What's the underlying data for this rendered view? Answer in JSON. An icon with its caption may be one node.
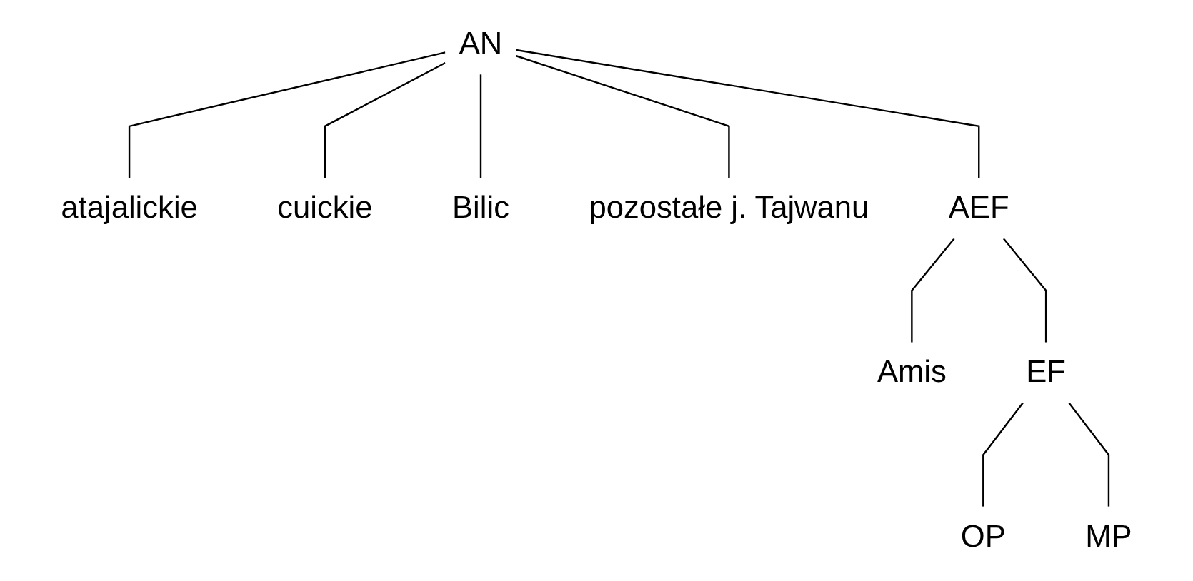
{
  "diagram": {
    "nodes": [
      {
        "text": [
          "AN"
        ]
      },
      {
        "text": [
          "atajalickie"
        ]
      },
      {
        "text": [
          "cuickie"
        ]
      },
      {
        "text": [
          "Bilic"
        ]
      },
      {
        "text": [
          "pozostałe j. Tajwanu"
        ]
      },
      {
        "text": [
          "AEF"
        ]
      },
      {
        "text": [
          "Amis"
        ]
      },
      {
        "text": [
          "EF"
        ]
      },
      {
        "text": [
          "OP"
        ]
      },
      {
        "text": [
          "MP"
        ]
      }
    ],
    "edges": [
      {
        "from": 0,
        "to": 1,
        "arrow": "none"
      },
      {
        "from": 0,
        "to": 2,
        "arrow": "none"
      },
      {
        "from": 0,
        "to": 3,
        "arrow": "none"
      },
      {
        "from": 0,
        "to": 4,
        "arrow": "none"
      },
      {
        "from": 0,
        "to": 5,
        "arrow": "none"
      },
      {
        "from": 5,
        "to": 6,
        "arrow": "none"
      },
      {
        "from": 5,
        "to": 7,
        "arrow": "none"
      },
      {
        "from": 7,
        "to": 8,
        "arrow": "none"
      },
      {
        "from": 7,
        "to": 9,
        "arrow": "none"
      }
    ]
  }
}
